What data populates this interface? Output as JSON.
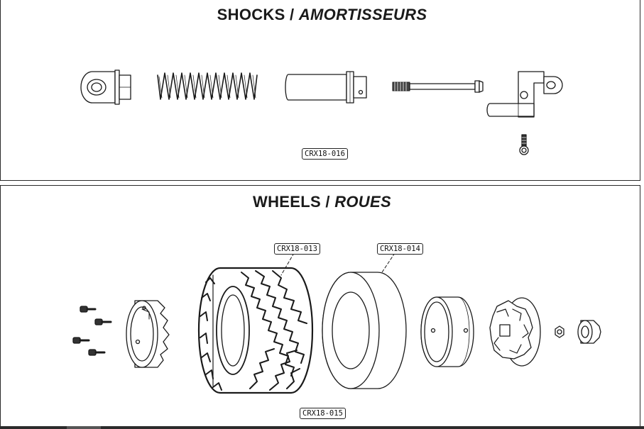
{
  "shocks": {
    "title_en": "SHOCKS",
    "title_sep": " / ",
    "title_fr": "AMORTISSEURS",
    "part_label": "CRX18-016"
  },
  "wheels": {
    "title_en": "WHEELS",
    "title_sep": " / ",
    "title_fr": "ROUES",
    "tire_label": "CRX18-013",
    "foam_label": "CRX18-014",
    "rim_label": "CRX18-015"
  }
}
